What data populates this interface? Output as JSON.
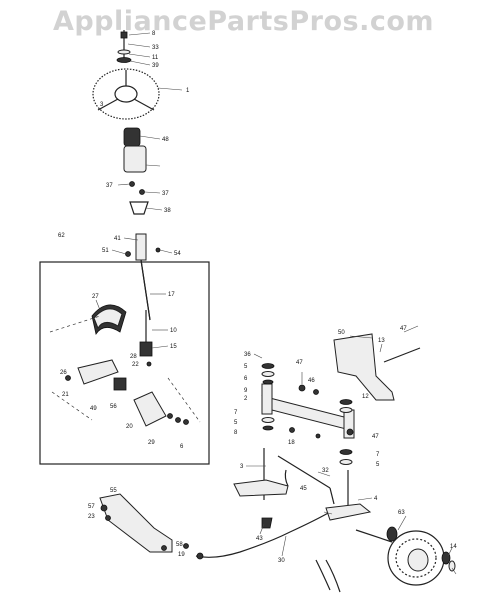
{
  "watermark": "AppliancePartsPros.com",
  "callouts": [
    {
      "id": "c-top",
      "text": "8"
    },
    {
      "id": "c-33",
      "text": "33"
    },
    {
      "id": "c-11",
      "text": "11"
    },
    {
      "id": "c-39",
      "text": "39"
    },
    {
      "id": "c-1",
      "text": "1"
    },
    {
      "id": "c-wheel",
      "text": "3"
    },
    {
      "id": "c-48",
      "text": "48"
    },
    {
      "id": "c-37a",
      "text": "37"
    },
    {
      "id": "c-37b",
      "text": "37"
    },
    {
      "id": "c-38",
      "text": "38"
    },
    {
      "id": "c-62",
      "text": "62"
    },
    {
      "id": "c-41",
      "text": "41"
    },
    {
      "id": "c-54",
      "text": "54"
    },
    {
      "id": "c-51",
      "text": "51"
    },
    {
      "id": "c-17",
      "text": "17"
    },
    {
      "id": "c-27",
      "text": "27"
    },
    {
      "id": "c-10",
      "text": "10"
    },
    {
      "id": "c-15",
      "text": "15"
    },
    {
      "id": "c-28",
      "text": "28"
    },
    {
      "id": "c-22",
      "text": "22"
    },
    {
      "id": "c-26",
      "text": "26"
    },
    {
      "id": "c-21",
      "text": "21"
    },
    {
      "id": "c-49",
      "text": "49"
    },
    {
      "id": "c-56",
      "text": "56"
    },
    {
      "id": "c-20",
      "text": "20"
    },
    {
      "id": "c-29",
      "text": "29"
    },
    {
      "id": "c-6a",
      "text": "6"
    },
    {
      "id": "c-36",
      "text": "36"
    },
    {
      "id": "c-47a",
      "text": "47"
    },
    {
      "id": "c-5a",
      "text": "5"
    },
    {
      "id": "c-6b",
      "text": "6"
    },
    {
      "id": "c-9",
      "text": "9"
    },
    {
      "id": "c-2",
      "text": "2"
    },
    {
      "id": "c-7a",
      "text": "7"
    },
    {
      "id": "c-5b",
      "text": "5"
    },
    {
      "id": "c-8",
      "text": "8"
    },
    {
      "id": "c-18",
      "text": "18"
    },
    {
      "id": "c-50",
      "text": "50"
    },
    {
      "id": "c-13",
      "text": "13"
    },
    {
      "id": "c-47b",
      "text": "47"
    },
    {
      "id": "c-46",
      "text": "46"
    },
    {
      "id": "c-12",
      "text": "12"
    },
    {
      "id": "c-47c",
      "text": "47"
    },
    {
      "id": "c-7b",
      "text": "7"
    },
    {
      "id": "c-5c",
      "text": "5"
    },
    {
      "id": "c-3",
      "text": "3"
    },
    {
      "id": "c-45",
      "text": "45"
    },
    {
      "id": "c-32",
      "text": "32"
    },
    {
      "id": "c-4",
      "text": "4"
    },
    {
      "id": "c-55",
      "text": "55"
    },
    {
      "id": "c-57",
      "text": "57"
    },
    {
      "id": "c-23",
      "text": "23"
    },
    {
      "id": "c-58",
      "text": "58"
    },
    {
      "id": "c-19",
      "text": "19"
    },
    {
      "id": "c-43",
      "text": "43"
    },
    {
      "id": "c-30",
      "text": "30"
    },
    {
      "id": "c-63",
      "text": "63"
    },
    {
      "id": "c-14",
      "text": "14"
    }
  ]
}
